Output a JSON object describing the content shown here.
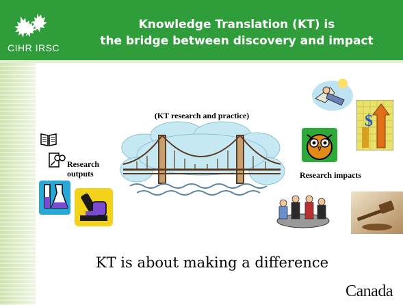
{
  "header": {
    "logo_text": "CIHR IRSC",
    "title_line1": "Knowledge Translation  (KT) is",
    "title_line2": "the bridge between discovery and impact",
    "background_color": "#2f9e3a"
  },
  "diagram": {
    "bridge_label": "(KT research and practice)",
    "left_label_line1": "Research",
    "left_label_line2": "outputs",
    "right_label": "Research impacts"
  },
  "footer": {
    "tagline": "KT is about making a difference",
    "wordmark": "Canada"
  },
  "icons": {
    "left": [
      "book-icon",
      "glasses-icon",
      "flask-icon",
      "microscope-icon"
    ],
    "center": [
      "bridge-icon",
      "cloud-icon"
    ],
    "right": [
      "flying-person-icon",
      "chart-arrow-icon",
      "owl-icon",
      "meeting-icon",
      "gavel-icon"
    ]
  }
}
